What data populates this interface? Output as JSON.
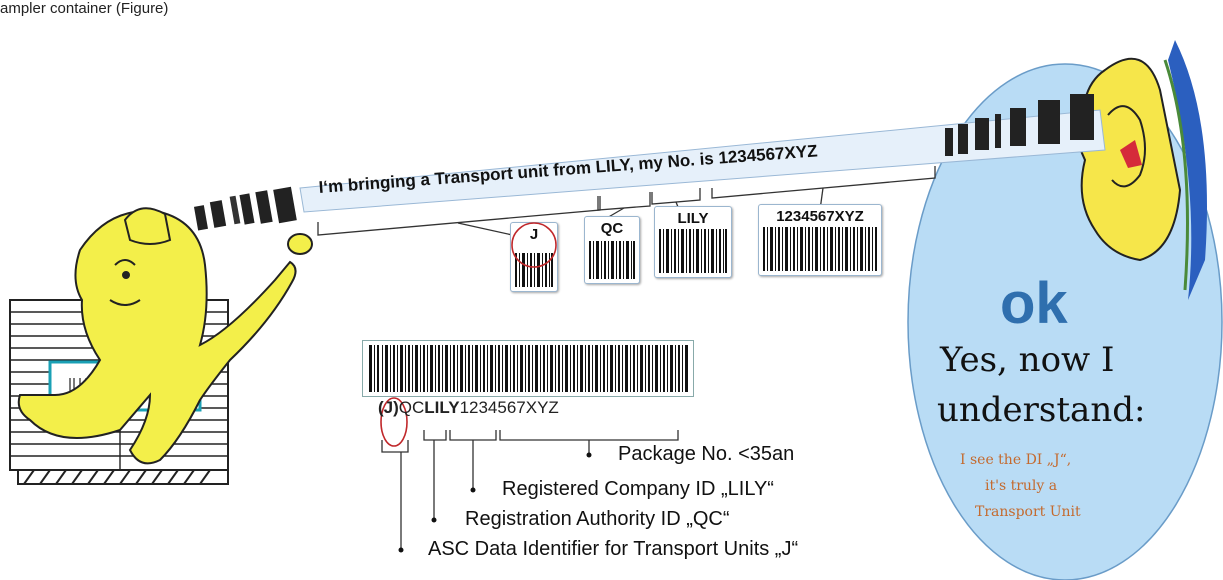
{
  "header": {
    "text": "ampler container (Figure)"
  },
  "speech": {
    "sentence": "I‘m bringing a Transport unit from LILY,  my No. is 1234567XYZ"
  },
  "barcodes": [
    {
      "label": "J"
    },
    {
      "label": "QC"
    },
    {
      "label": "LILY"
    },
    {
      "label": "1234567XYZ"
    }
  ],
  "main_barcode": {
    "part_di": "(J)",
    "part_qc": "QC",
    "part_lily": "LILY",
    "part_no": "1234567XYZ"
  },
  "descriptions": {
    "package_no": "Package No. <35an",
    "company_id": "Registered Company ID „LILY“",
    "authority_id": "Registration Authority ID „QC“",
    "asc_di": "ASC Data Identifier for Transport Units „J“"
  },
  "listener": {
    "ok": "ok",
    "line1": "Yes, now I",
    "line2": "understand:",
    "small1": "I see the DI „J“,",
    "small2": "it's truly a",
    "small3": "Transport Unit"
  },
  "colors": {
    "oval_fill": "#b9dcf5",
    "character_yellow": "#f3ef4a",
    "ok_blue": "#2f6fae",
    "accent_red": "#c0282b",
    "hand_orange": "#c46a2e"
  }
}
